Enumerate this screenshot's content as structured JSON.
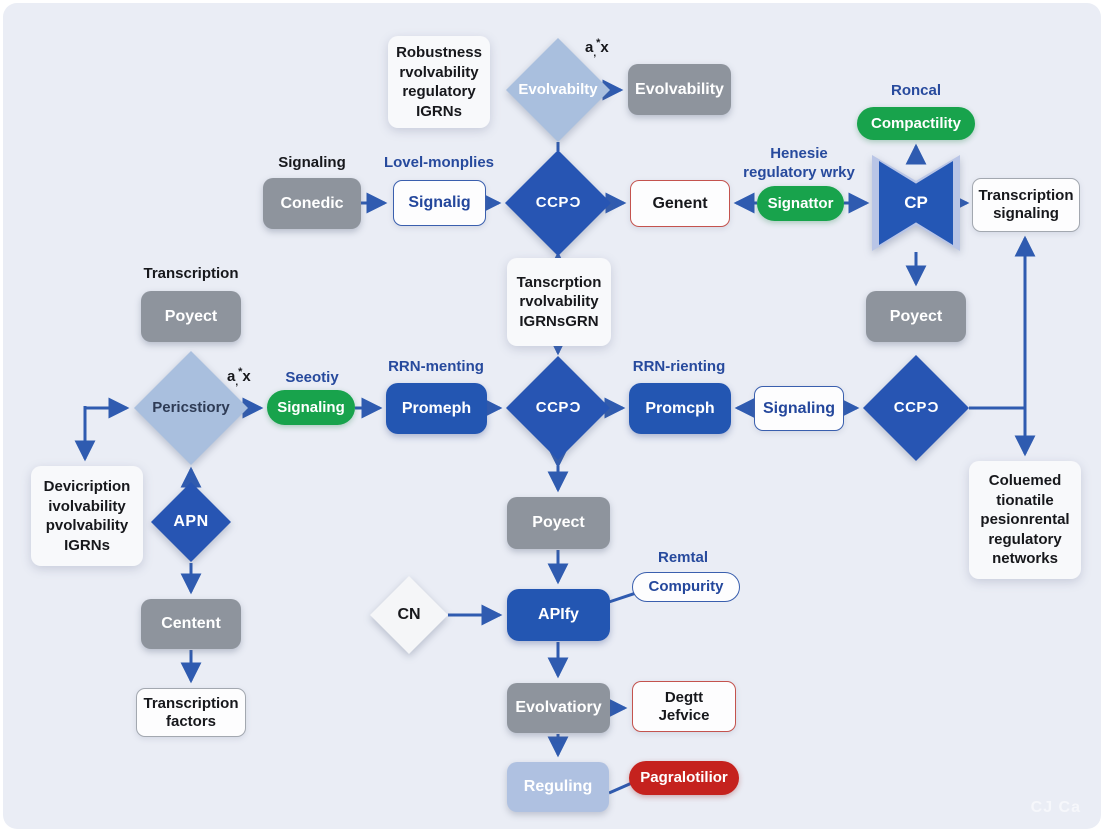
{
  "watermark": "CJ Ca",
  "colors": {
    "background": "#eaedf5",
    "arrow": "#2f5bb0",
    "diamond_blue": "#2755b3",
    "diamond_light_blue": "#a9bfde",
    "gray_box": "#8e949d",
    "blue_box": "#2356b2",
    "light_blue_box": "#afc1e1",
    "green_pill": "#18a34c",
    "red_pill": "#c5221e",
    "red_border": "#c4534e",
    "blue_border": "#3a5fae"
  },
  "formula": {
    "base": "a",
    "sub": ",",
    "sup": "*",
    "tail": "x"
  },
  "ccpd": {
    "main": "CCP",
    "mirrored": "C"
  },
  "labels": {
    "signaling_top": "Signaling",
    "lovel": "Lovel-monplies",
    "henesie": "Henesie\nregulatory wrky",
    "roncal": "Roncal",
    "transcription": "Transcription",
    "seeotiy": "Seeotiy",
    "rrn_menting": "RRN-menting",
    "rrn_rienting": "RRN-rienting",
    "remtal": "Remtal"
  },
  "nodes": {
    "robustness_note": "Robustness\nrvolvability\nregulatory\nIGRNs",
    "evolvabilty_diamond": "Evolvabilty",
    "evolvability_gray": "Evolvability",
    "conedic": "Conedic",
    "signalig": "Signalig",
    "genent": "Genent",
    "signattor": "Signattor",
    "compactility": "Compactility",
    "cp": "CP",
    "transcription_signaling": "Transcription\nsignaling",
    "poyect_top_right": "Poyect",
    "tanscrption_note": "Tanscrption\nrvolvability\nIGRNsGRN",
    "poyect_left": "Poyect",
    "pericstiory": "Pericstiory",
    "signaling_green": "Signaling",
    "promeph": "Promeph",
    "promcph": "Promcph",
    "signaling_outline": "Signaling",
    "coluemed_note": "Coluemed\ntionatile\npesionrental\nregulatory\nnetworks",
    "devicription_note": "Devicription\nivolvability\npvolvability\nIGRNs",
    "apn": "APN",
    "centent": "Centent",
    "transcription_factors": "Transcription\nfactors",
    "poyect_mid": "Poyect",
    "cn": "CN",
    "apify": "APIfy",
    "compurity": "Compurity",
    "evolvatiory": "Evolvatiory",
    "degtt_jefvice": "Degtt\nJefvice",
    "reguling": "Reguling",
    "pagralotilior": "Pagralotilior"
  }
}
